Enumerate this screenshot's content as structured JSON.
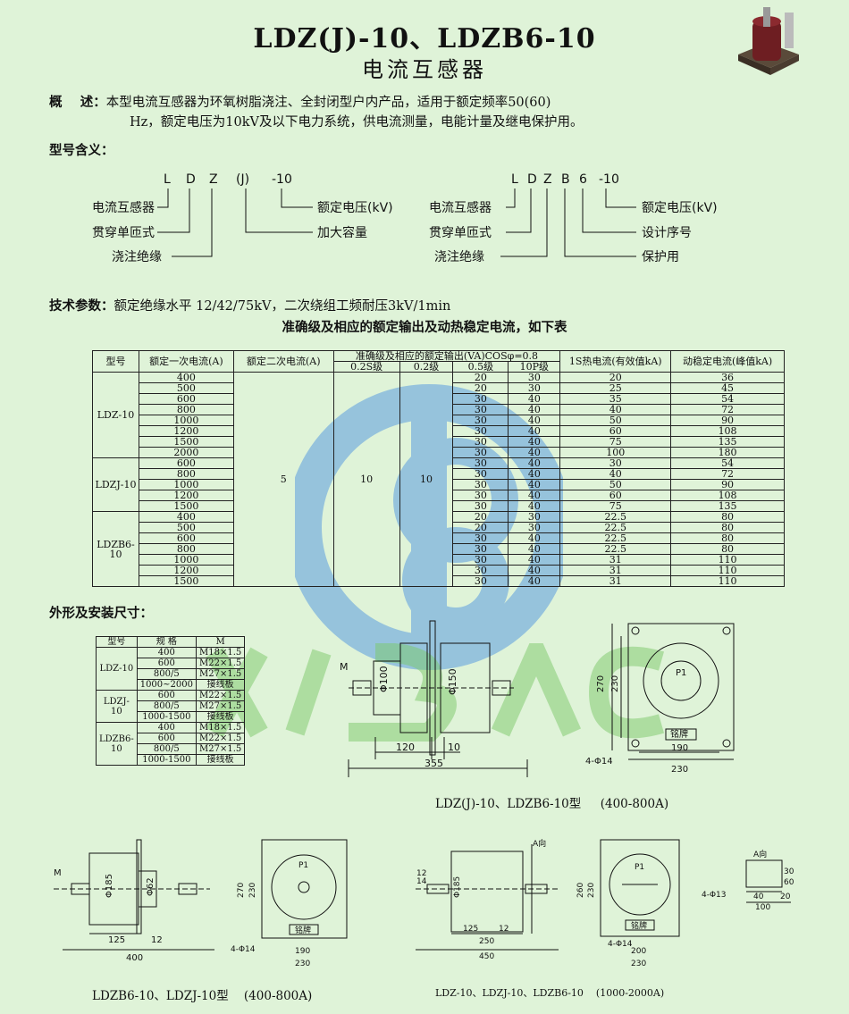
{
  "title": {
    "main": "LDZ(J)-10、LDZB6-10",
    "sub": "电流互感器"
  },
  "overview": {
    "label": "概    述：",
    "line1": "本型电流互感器为环氧树脂浇注、全封闭型户内产品，适用于额定频率50(60)",
    "line2": "Hz，额定电压为10kV及以下电力系统，供电流测量，电能计量及继电保护用。"
  },
  "model_meaning": {
    "label": "型号含义：",
    "left": {
      "code": [
        "L",
        "D",
        "Z",
        "(J)",
        "-10"
      ],
      "items": [
        "电流互感器",
        "贯穿单匝式",
        "浇注绝缘",
        "额定电压(kV)",
        "加大容量"
      ]
    },
    "right": {
      "code": [
        "L",
        "D",
        "Z",
        "B",
        "6",
        "-10"
      ],
      "items": [
        "电流互感器",
        "贯穿单匝式",
        "浇注绝缘",
        "额定电压(kV)",
        "设计序号",
        "保护用"
      ]
    }
  },
  "tech": {
    "label": "技术参数：",
    "text": "额定绝缘水平 12/42/75kV，二次绕组工频耐压3kV/1min",
    "table_title": "准确级及相应的额定输出及动热稳定电流，如下表"
  },
  "spec_table": {
    "headers": [
      "型号",
      "额定一次电流(A)",
      "额定二次电流(A)",
      "准确级及相应的额定输出(VA)COSφ=0.8",
      "1S热电流(有效值kA)",
      "动稳定电流(峰值kA)"
    ],
    "sub_headers": [
      "0.2S级",
      "0.2级",
      "0.5级",
      "10P级"
    ],
    "secondary_current": "5",
    "out_02s": "10",
    "out_02": "10",
    "groups": [
      {
        "model": "LDZ-10",
        "rows": [
          [
            "400",
            "20",
            "30",
            "20",
            "36"
          ],
          [
            "500",
            "20",
            "30",
            "25",
            "45"
          ],
          [
            "600",
            "30",
            "40",
            "35",
            "54"
          ],
          [
            "800",
            "30",
            "40",
            "40",
            "72"
          ],
          [
            "1000",
            "30",
            "40",
            "50",
            "90"
          ],
          [
            "1200",
            "30",
            "40",
            "60",
            "108"
          ],
          [
            "1500",
            "30",
            "40",
            "75",
            "135"
          ],
          [
            "2000",
            "30",
            "40",
            "100",
            "180"
          ]
        ]
      },
      {
        "model": "LDZJ-10",
        "rows": [
          [
            "600",
            "30",
            "40",
            "30",
            "54"
          ],
          [
            "800",
            "30",
            "40",
            "40",
            "72"
          ],
          [
            "1000",
            "30",
            "40",
            "50",
            "90"
          ],
          [
            "1200",
            "30",
            "40",
            "60",
            "108"
          ],
          [
            "1500",
            "30",
            "40",
            "75",
            "135"
          ]
        ]
      },
      {
        "model": "LDZB6-10",
        "rows": [
          [
            "400",
            "20",
            "30",
            "22.5",
            "80"
          ],
          [
            "500",
            "20",
            "30",
            "22.5",
            "80"
          ],
          [
            "600",
            "30",
            "40",
            "22.5",
            "80"
          ],
          [
            "800",
            "30",
            "40",
            "22.5",
            "80"
          ],
          [
            "1000",
            "30",
            "40",
            "31",
            "110"
          ],
          [
            "1200",
            "30",
            "40",
            "31",
            "110"
          ],
          [
            "1500",
            "30",
            "40",
            "31",
            "110"
          ]
        ]
      }
    ]
  },
  "outline": {
    "label": "外形及安装尺寸：",
    "dim_table": {
      "headers": [
        "型号",
        "规 格",
        "M"
      ],
      "groups": [
        {
          "model": "LDZ-10",
          "rows": [
            [
              "400",
              "M18×1.5"
            ],
            [
              "600",
              "M22×1.5"
            ],
            [
              "800/5",
              "M27×1.5"
            ],
            [
              "1000~2000",
              "接线板"
            ]
          ]
        },
        {
          "model": "LDZJ-10",
          "rows": [
            [
              "600",
              "M22×1.5"
            ],
            [
              "800/5",
              "M27×1.5"
            ],
            [
              "1000-1500",
              "接线板"
            ]
          ]
        },
        {
          "model": "LDZB6-10",
          "rows": [
            [
              "400",
              "M18×1.5"
            ],
            [
              "600",
              "M22×1.5"
            ],
            [
              "800/5",
              "M27×1.5"
            ],
            [
              "1000-1500",
              "接线板"
            ]
          ]
        }
      ]
    },
    "drawing1": {
      "caption": "LDZ(J)-10、LDZB6-10型     (400-800A)",
      "dims": [
        "M",
        "Φ100",
        "Φ150",
        "120",
        "10",
        "355"
      ]
    },
    "drawing2": {
      "dims": [
        "270",
        "230",
        "P1",
        "4-Φ14",
        "190",
        "230"
      ],
      "nameplate": "铭牌"
    },
    "drawing3": {
      "caption": "LDZB6-10、LDZJ-10型    (400-800A)",
      "dims": [
        "M",
        "Φ185",
        "Φ62",
        "125",
        "12",
        "400"
      ]
    },
    "drawing4": {
      "dims": [
        "270",
        "230",
        "P1",
        "4-Φ14",
        "190",
        "230"
      ],
      "nameplate": "铭牌"
    },
    "drawing5": {
      "caption": "LDZ-10、LDZJ-10、LDZB6-10    (1000-2000A)",
      "dims": [
        "A向",
        "12",
        "14",
        "Φ185",
        "125",
        "12",
        "250",
        "450"
      ]
    },
    "drawing6": {
      "dims": [
        "260",
        "230",
        "P1",
        "4-Φ14",
        "200",
        "230"
      ],
      "nameplate": "铭牌"
    },
    "drawing7": {
      "dims": [
        "A向",
        "4-Φ13",
        "40",
        "20",
        "100",
        "30",
        "60"
      ]
    }
  },
  "colors": {
    "background": "#dff3d8",
    "watermark": "#4a90d9",
    "watermark_green": "#7cc96a"
  }
}
